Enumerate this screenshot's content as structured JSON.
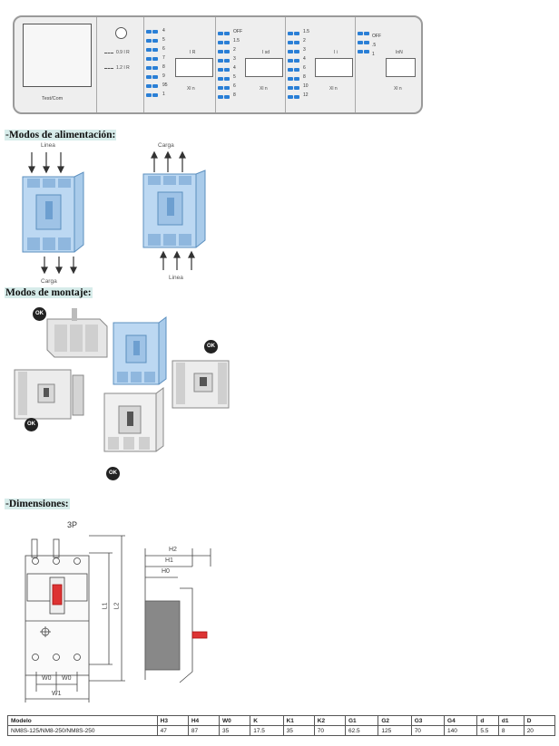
{
  "panel": {
    "test_label": "Test/Com",
    "ratio_top": "0.9  I  R",
    "ratio_bottom": "1.2  I  R",
    "groups": [
      {
        "name": "I R",
        "unit": "Xl n",
        "scale": [
          "4",
          "5",
          "6",
          "7",
          "8",
          "9",
          "95",
          "1"
        ]
      },
      {
        "name": "I sd",
        "unit": "Xl n",
        "scale": [
          "OFF",
          "1.5",
          "2",
          "3",
          "4",
          "5",
          "6",
          "8"
        ]
      },
      {
        "name": "I i",
        "unit": "Xl n",
        "scale": [
          "1.5",
          "2",
          "3",
          "4",
          "6",
          "8",
          "10",
          "12"
        ]
      },
      {
        "name": "InN",
        "unit": "Xl n",
        "scale": [
          "OFF",
          ".5",
          "1"
        ]
      }
    ]
  },
  "sections": {
    "power": "-Modos de alimentación:",
    "mounting": "Modos de montaje:",
    "dimensions": "-Dimensiones:"
  },
  "power_labels": {
    "linea_top": "Linea",
    "carga_bottom": "Carga",
    "carga_top": "Carga",
    "linea_bottom": "Linea"
  },
  "ok_badge": "OK",
  "drawing": {
    "title": "3P",
    "front_labels": [
      "L1",
      "L2",
      "W0",
      "W0",
      "W1"
    ],
    "side_labels": [
      "H2",
      "H1",
      "H0"
    ]
  },
  "table": {
    "headers": [
      "Modelo",
      "H3",
      "H4",
      "W0",
      "K",
      "K1",
      "K2",
      "G1",
      "G2",
      "G3",
      "G4",
      "d",
      "d1",
      "D"
    ],
    "rows": [
      [
        "NM8S-125/NM8-250/NM8S-250",
        "47",
        "87",
        "35",
        "17.5",
        "35",
        "70",
        "62.5",
        "125",
        "70",
        "140",
        "5.5",
        "8",
        "20"
      ]
    ]
  }
}
